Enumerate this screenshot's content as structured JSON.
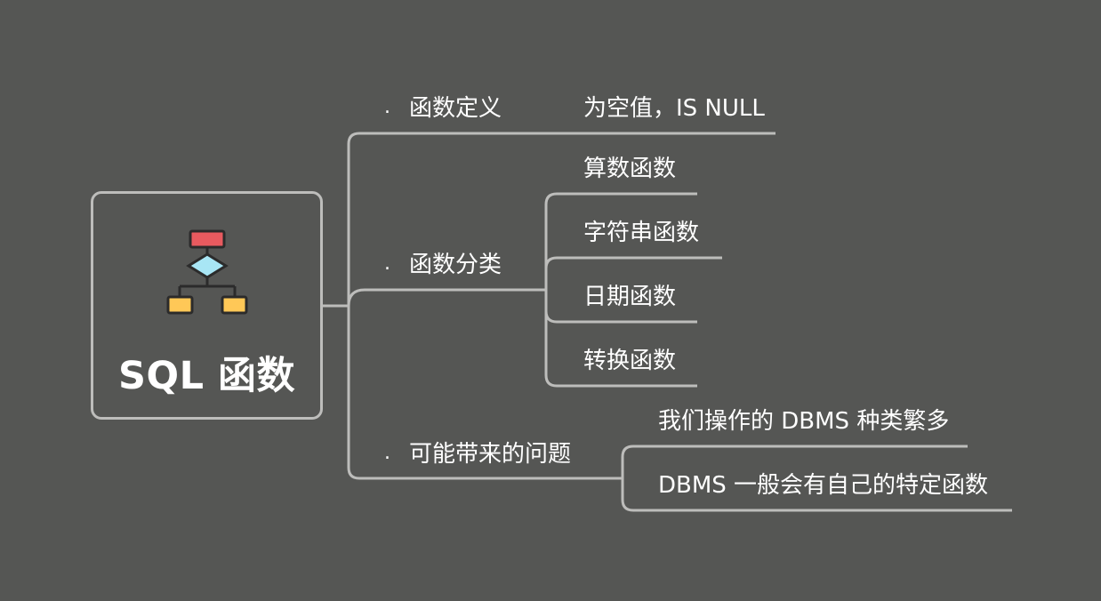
{
  "root": {
    "title": "SQL 函数",
    "icon": "flowchart-icon"
  },
  "branches": [
    {
      "marker": ".",
      "label": "函数定义",
      "children": [
        "为空值，IS NULL"
      ]
    },
    {
      "marker": ".",
      "label": "函数分类",
      "children": [
        "算数函数",
        "字符串函数",
        "日期函数",
        "转换函数"
      ]
    },
    {
      "marker": ".",
      "label": "可能带来的问题",
      "children": [
        "我们操作的 DBMS 种类繁多",
        "DBMS 一般会有自己的特定函数"
      ]
    }
  ],
  "colors": {
    "background": "#555654",
    "line": "#bdbdbb",
    "icon_red": "#e85a5f",
    "icon_blue": "#a8e6f5",
    "icon_yellow": "#ffc857"
  }
}
